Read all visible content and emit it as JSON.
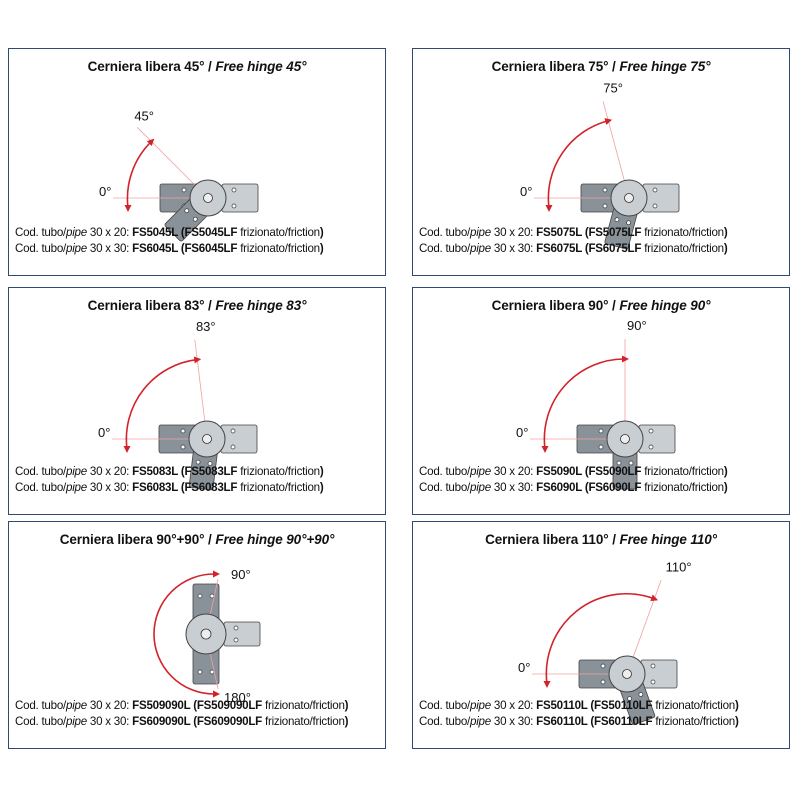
{
  "panels": [
    {
      "title_it": "Cerniera libera 45° /",
      "title_en": "Free hinge 45°",
      "label_end": "45°",
      "label_start": "0°",
      "lines": [
        {
          "prefix": "Cod. tubo/",
          "pipe": "pipe",
          "size": " 30 x 20: ",
          "code": "FS5045L",
          "paren_open": " (",
          "friction_code": "FS5045LF",
          "friction_text": " frizionato/friction",
          "paren_close": ")"
        },
        {
          "prefix": "Cod. tubo/",
          "pipe": "pipe",
          "size": " 30 x 30: ",
          "code": "FS6045L",
          "paren_open": " (",
          "friction_code": "FS6045LF",
          "friction_text": " frizionato/friction",
          "paren_close": ")"
        }
      ]
    },
    {
      "title_it": "Cerniera libera 75° /",
      "title_en": "Free hinge 75°",
      "label_end": "75°",
      "label_start": "0°",
      "lines": [
        {
          "prefix": "Cod. tubo/",
          "pipe": "pipe",
          "size": " 30 x 20: ",
          "code": "FS5075L",
          "paren_open": " (",
          "friction_code": "FS5075LF",
          "friction_text": " frizionato/friction",
          "paren_close": ")"
        },
        {
          "prefix": "Cod. tubo/",
          "pipe": "pipe",
          "size": " 30 x 30: ",
          "code": "FS6075L",
          "paren_open": " (",
          "friction_code": "FS6075LF",
          "friction_text": " frizionato/friction",
          "paren_close": ")"
        }
      ]
    },
    {
      "title_it": "Cerniera libera 83° /",
      "title_en": "Free hinge 83°",
      "label_end": "83°",
      "label_start": "0°",
      "lines": [
        {
          "prefix": "Cod. tubo/",
          "pipe": "pipe",
          "size": " 30 x 20: ",
          "code": "FS5083L",
          "paren_open": " (",
          "friction_code": "FS5083LF",
          "friction_text": " frizionato/friction",
          "paren_close": ")"
        },
        {
          "prefix": "Cod. tubo/",
          "pipe": "pipe",
          "size": " 30 x 30: ",
          "code": "FS6083L",
          "paren_open": " (",
          "friction_code": "FS6083LF",
          "friction_text": " frizionato/friction",
          "paren_close": ")"
        }
      ]
    },
    {
      "title_it": "Cerniera libera 90° /",
      "title_en": "Free hinge 90°",
      "label_end": "90°",
      "label_start": "0°",
      "lines": [
        {
          "prefix": "Cod. tubo/",
          "pipe": "pipe",
          "size": " 30 x 20: ",
          "code": "FS5090L",
          "paren_open": " (",
          "friction_code": "FS5090LF",
          "friction_text": " frizionato/friction",
          "paren_close": ")"
        },
        {
          "prefix": "Cod. tubo/",
          "pipe": "pipe",
          "size": " 30 x 30: ",
          "code": "FS6090L",
          "paren_open": " (",
          "friction_code": "FS6090LF",
          "friction_text": " frizionato/friction",
          "paren_close": ")"
        }
      ]
    },
    {
      "title_it": "Cerniera libera 90°+90° /",
      "title_en": "Free hinge 90°+90°",
      "label_end": "90°",
      "label_start": "180°",
      "lines": [
        {
          "prefix": "Cod. tubo/",
          "pipe": "pipe",
          "size": " 30 x 20: ",
          "code": "FS509090L",
          "paren_open": " (",
          "friction_code": "FS509090LF",
          "friction_text": " frizionato/friction",
          "paren_close": ")"
        },
        {
          "prefix": "Cod. tubo/",
          "pipe": "pipe",
          "size": " 30 x 30: ",
          "code": "FS609090L",
          "paren_open": " (",
          "friction_code": "FS609090LF",
          "friction_text": " frizionato/friction",
          "paren_close": ")"
        }
      ]
    },
    {
      "title_it": "Cerniera libera 110° /",
      "title_en": "Free hinge 110°",
      "label_end": "110°",
      "label_start": "0°",
      "lines": [
        {
          "prefix": "Cod. tubo/",
          "pipe": "pipe",
          "size": " 30 x 20: ",
          "code": "FS50110L",
          "paren_open": " (",
          "friction_code": "FS50110LF",
          "friction_text": " frizionato/friction",
          "paren_close": ")"
        },
        {
          "prefix": "Cod. tubo/",
          "pipe": "pipe",
          "size": " 30 x 30: ",
          "code": "FS60110L",
          "paren_open": " (",
          "friction_code": "FS60110LF",
          "friction_text": " frizionato/friction",
          "paren_close": ")"
        }
      ]
    }
  ],
  "colors": {
    "border": "#2f4a6e",
    "arrow": "#d2232a",
    "metal": "#8a9299",
    "metal_light": "#c9ced2"
  }
}
